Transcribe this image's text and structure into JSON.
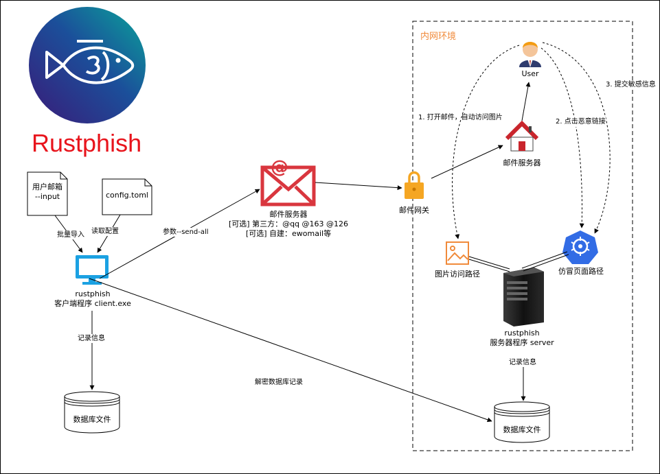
{
  "title": "Rustphish",
  "zone_label": "内网环境",
  "icons": {
    "logo": "fish-logo-icon",
    "client": "monitor-icon",
    "mail_server": "envelope-icon",
    "gateway": "lock-icon",
    "internal_mail": "house-icon",
    "user": "person-icon",
    "image_path": "image-icon",
    "phishing_page": "kubernetes-icon",
    "server": "server-tower-icon",
    "database": "cylinder-icon"
  },
  "colors": {
    "title": "#e8141c",
    "zone": "#f08a3a",
    "envelope": "#d9363e",
    "monitor": "#1ba1e2",
    "lock": "#f5a623"
  },
  "nodes": {
    "user_mailbox_line1": "用户邮箱",
    "user_mailbox_line2": "--input",
    "config": "config.toml",
    "client_line1": "rustphish",
    "client_line2": "客户端程序 client.exe",
    "db_left": "数据库文件",
    "mail_server_line1": "邮件服务器",
    "mail_server_line2": "[可选] 第三方：@qq @163 @126",
    "mail_server_line3": "[可选] 自建：ewomail等",
    "gateway": "邮件网关",
    "internal_mail": "邮件服务器",
    "user": "User",
    "image_path": "图片访问路径",
    "phishing_page": "仿冒页面路径",
    "server_line1": "rustphish",
    "server_line2": "服务器程序 server",
    "db_right": "数据库文件"
  },
  "edges": {
    "bulk_import": "批量导入",
    "read_config": "读取配置",
    "send_param": "参数--send-all",
    "record_left": "记录信息",
    "decrypt": "解密数据库记录",
    "record_right": "记录信息",
    "step1": "1. 打开邮件，自动访问图片",
    "step2": "2. 点击恶意链接",
    "step3": "3. 提交敏感信息"
  }
}
